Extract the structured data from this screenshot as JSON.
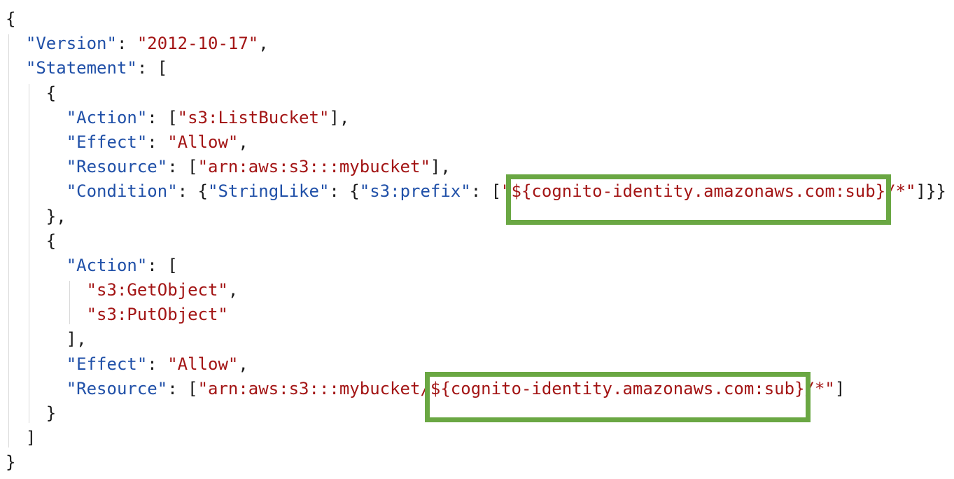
{
  "lines": [
    {
      "indent": 0,
      "tokens": [
        {
          "k": "pun",
          "t": "{"
        }
      ]
    },
    {
      "indent": 1,
      "tokens": [
        {
          "k": "key",
          "t": "\"Version\""
        },
        {
          "k": "pun",
          "t": ": "
        },
        {
          "k": "str",
          "t": "\"2012-10-17\""
        },
        {
          "k": "pun",
          "t": ","
        }
      ]
    },
    {
      "indent": 1,
      "tokens": [
        {
          "k": "key",
          "t": "\"Statement\""
        },
        {
          "k": "pun",
          "t": ": ["
        }
      ]
    },
    {
      "indent": 2,
      "tokens": [
        {
          "k": "pun",
          "t": "{"
        }
      ]
    },
    {
      "indent": 3,
      "tokens": [
        {
          "k": "key",
          "t": "\"Action\""
        },
        {
          "k": "pun",
          "t": ": ["
        },
        {
          "k": "str",
          "t": "\"s3:ListBucket\""
        },
        {
          "k": "pun",
          "t": "],"
        }
      ]
    },
    {
      "indent": 3,
      "tokens": [
        {
          "k": "key",
          "t": "\"Effect\""
        },
        {
          "k": "pun",
          "t": ": "
        },
        {
          "k": "str",
          "t": "\"Allow\""
        },
        {
          "k": "pun",
          "t": ","
        }
      ]
    },
    {
      "indent": 3,
      "tokens": [
        {
          "k": "key",
          "t": "\"Resource\""
        },
        {
          "k": "pun",
          "t": ": ["
        },
        {
          "k": "str",
          "t": "\"arn:aws:s3:::mybucket\""
        },
        {
          "k": "pun",
          "t": "],"
        }
      ]
    },
    {
      "indent": 3,
      "tokens": [
        {
          "k": "key",
          "t": "\"Condition\""
        },
        {
          "k": "pun",
          "t": ": {"
        },
        {
          "k": "key",
          "t": "\"StringLike\""
        },
        {
          "k": "pun",
          "t": ": {"
        },
        {
          "k": "key",
          "t": "\"s3:prefix\""
        },
        {
          "k": "pun",
          "t": ": ["
        },
        {
          "k": "str",
          "t": "\""
        },
        {
          "k": "str",
          "t": "${cognito-identity.amazonaws.com:sub}",
          "hl": "highlight-cognito-sub-condition"
        },
        {
          "k": "str",
          "t": "/*\""
        },
        {
          "k": "pun",
          "t": "]}}"
        }
      ]
    },
    {
      "indent": 2,
      "tokens": [
        {
          "k": "pun",
          "t": "},"
        }
      ]
    },
    {
      "indent": 2,
      "tokens": [
        {
          "k": "pun",
          "t": "{"
        }
      ]
    },
    {
      "indent": 3,
      "tokens": [
        {
          "k": "key",
          "t": "\"Action\""
        },
        {
          "k": "pun",
          "t": ": ["
        }
      ]
    },
    {
      "indent": 4,
      "tokens": [
        {
          "k": "str",
          "t": "\"s3:GetObject\""
        },
        {
          "k": "pun",
          "t": ","
        }
      ]
    },
    {
      "indent": 4,
      "tokens": [
        {
          "k": "str",
          "t": "\"s3:PutObject\""
        }
      ]
    },
    {
      "indent": 3,
      "tokens": [
        {
          "k": "pun",
          "t": "],"
        }
      ]
    },
    {
      "indent": 3,
      "tokens": [
        {
          "k": "key",
          "t": "\"Effect\""
        },
        {
          "k": "pun",
          "t": ": "
        },
        {
          "k": "str",
          "t": "\"Allow\""
        },
        {
          "k": "pun",
          "t": ","
        }
      ]
    },
    {
      "indent": 3,
      "tokens": [
        {
          "k": "key",
          "t": "\"Resource\""
        },
        {
          "k": "pun",
          "t": ": ["
        },
        {
          "k": "str",
          "t": "\"arn:aws:s3:::mybucket/"
        },
        {
          "k": "str",
          "t": "${cognito-identity.amazonaws.com:sub}",
          "hl": "highlight-cognito-sub-resource"
        },
        {
          "k": "str",
          "t": "/*\""
        },
        {
          "k": "pun",
          "t": "]"
        }
      ]
    },
    {
      "indent": 2,
      "tokens": [
        {
          "k": "pun",
          "t": "}"
        }
      ]
    },
    {
      "indent": 1,
      "tokens": [
        {
          "k": "pun",
          "t": "]"
        }
      ]
    },
    {
      "indent": 0,
      "tokens": [
        {
          "k": "pun",
          "t": "}"
        }
      ]
    }
  ],
  "guides": [
    {
      "level": 1,
      "from": 1,
      "to": 17
    },
    {
      "level": 2,
      "from": 3,
      "to": 16
    },
    {
      "level": 4,
      "from": 11,
      "to": 12
    }
  ],
  "colors": {
    "key": "#2050a8",
    "string": "#a31515",
    "punctuation": "#1a1a1a",
    "highlight_border": "#6aa743",
    "indent_guide": "#d9d9d9"
  }
}
